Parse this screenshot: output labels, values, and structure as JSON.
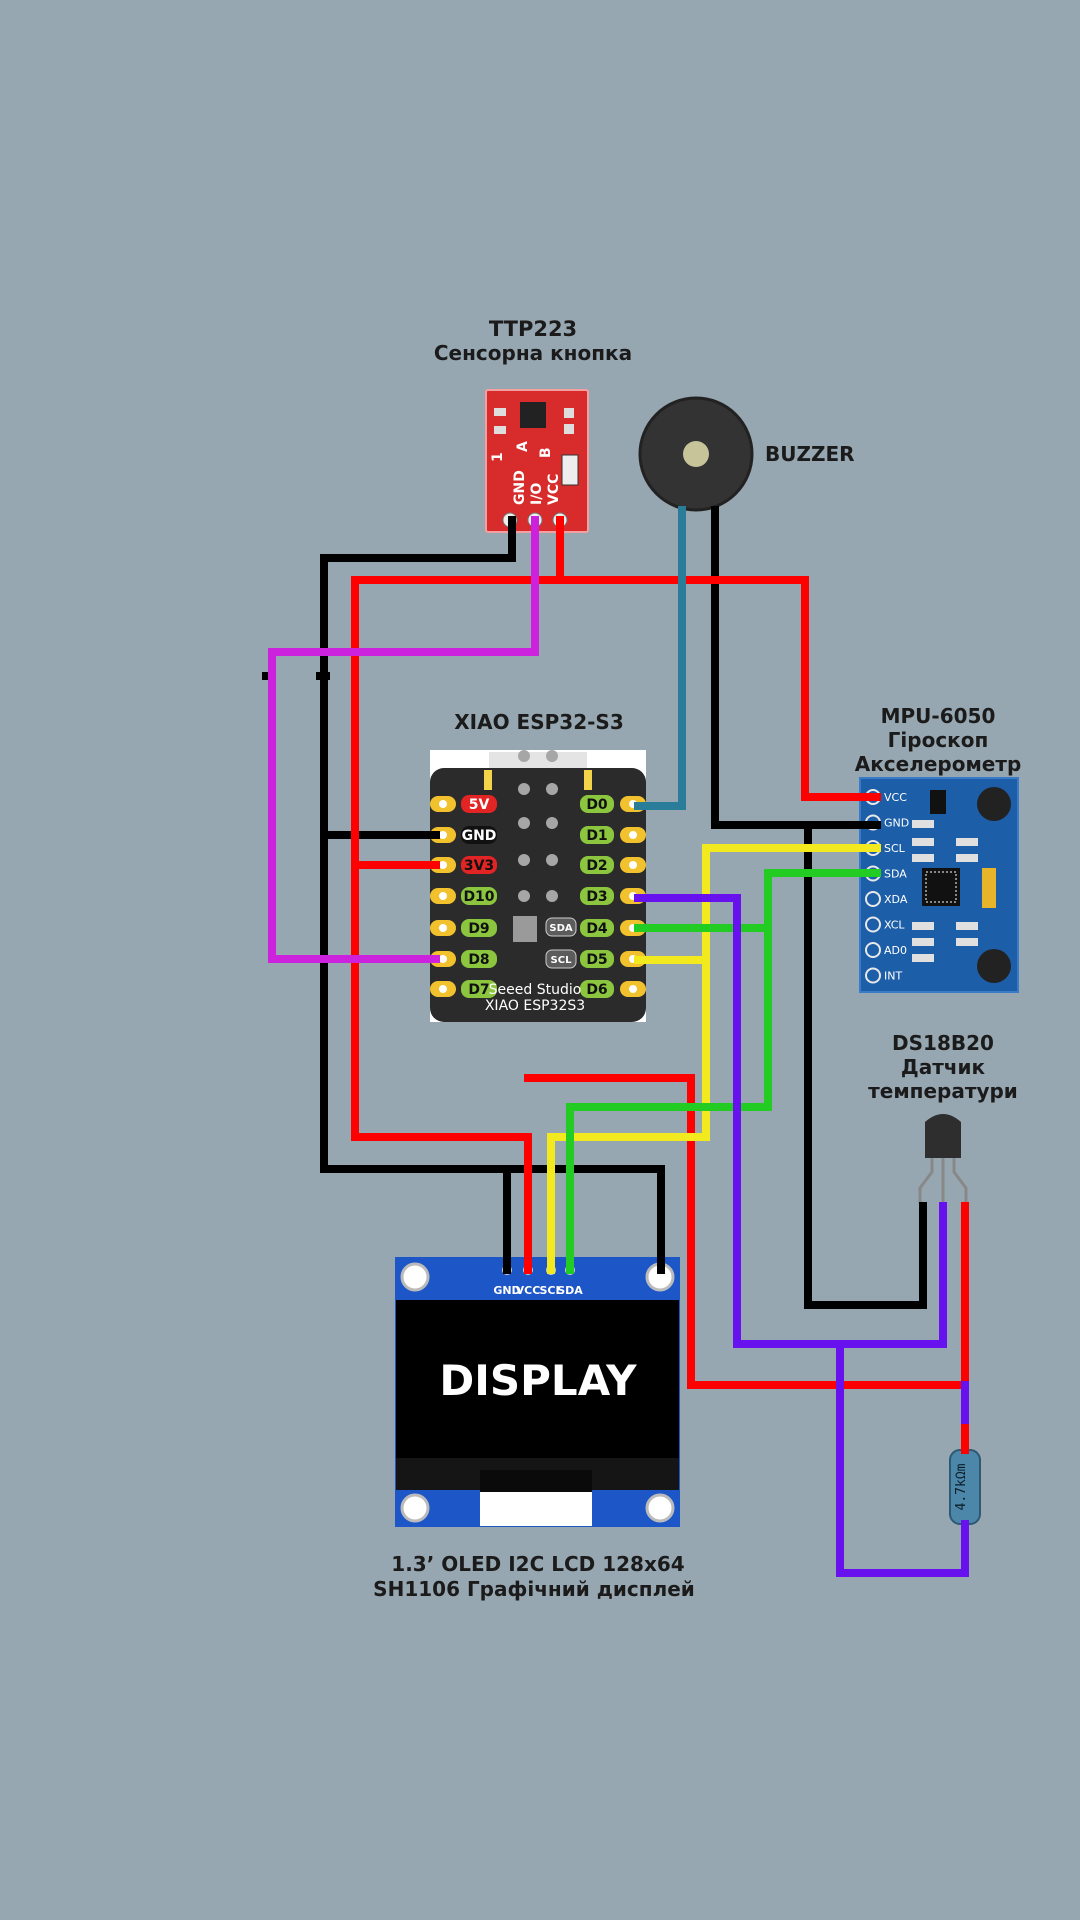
{
  "components": {
    "ttp223": {
      "title": "TTP223",
      "subtitle": "Сенсорна кнопка",
      "pins": [
        "GND",
        "I/O",
        "VCC"
      ],
      "board_marks": [
        "A",
        "B",
        "1"
      ]
    },
    "buzzer": {
      "title": "BUZZER"
    },
    "xiao": {
      "title": "XIAO ESP32-S3",
      "left_pins": [
        "5V",
        "GND",
        "3V3",
        "D10",
        "D9",
        "D8",
        "D7"
      ],
      "right_pins": [
        "D0",
        "D1",
        "D2",
        "D3",
        "D4",
        "D5",
        "D6"
      ],
      "bus_tags": [
        "SDA",
        "SCL"
      ],
      "brand": "Seeed Studio",
      "model": "XIAO ESP32S3"
    },
    "mpu": {
      "title": "MPU-6050",
      "line2": "Гіроскоп",
      "line3": "Акселерометр",
      "pins": [
        "VCC",
        "GND",
        "SCL",
        "SDA",
        "XDA",
        "XCL",
        "AD0",
        "INT"
      ]
    },
    "ds18b20": {
      "title": "DS18B20",
      "line2": "Датчик",
      "line3": "температури"
    },
    "resistor": {
      "value": "4.7kΩm"
    },
    "display": {
      "screen_text": "DISPLAY",
      "pins": [
        "GND",
        "VCC",
        "SCL",
        "SDA"
      ],
      "caption1": "1.3’ OLED I2C LCD 128x64",
      "caption2": "SH1106 Графічний дисплей"
    }
  },
  "colors": {
    "background": "#97a7b1",
    "gnd": "#000000",
    "vcc": "#ff0000",
    "scl": "#f2ea1f",
    "sda": "#22cc22",
    "touch": "#cc22dd",
    "buzzer": "#2a7d99",
    "onewire": "#6611ee"
  }
}
